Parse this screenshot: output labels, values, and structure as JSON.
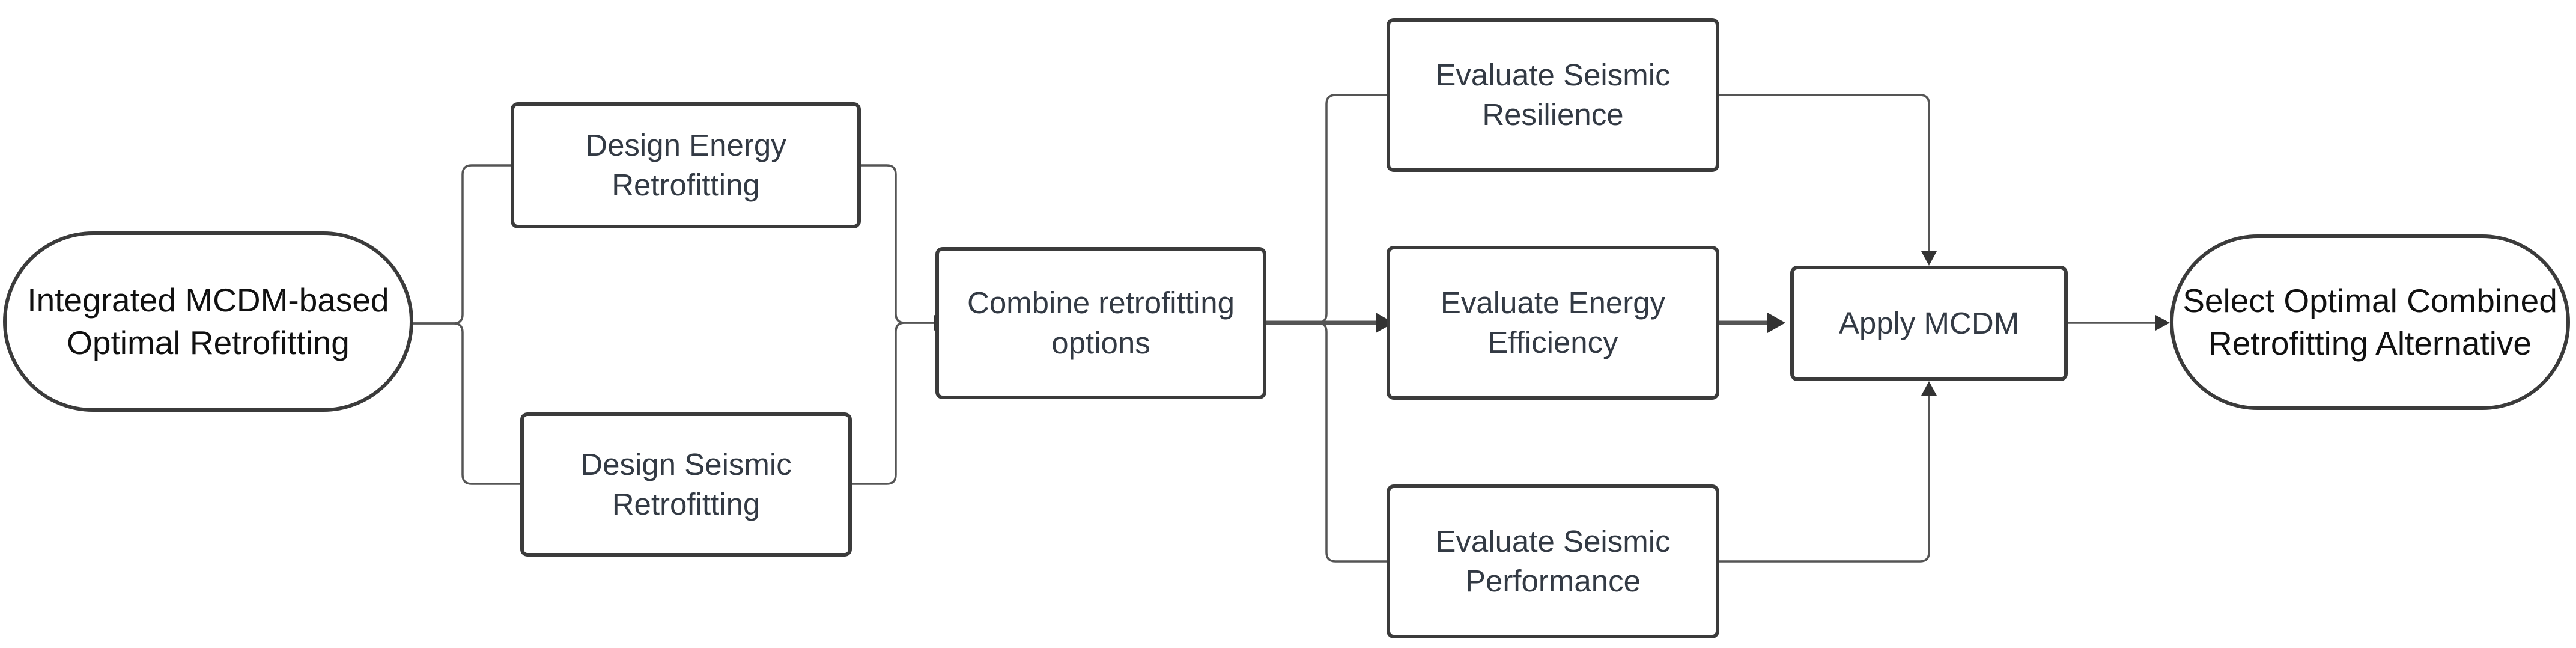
{
  "diagram": {
    "nodes": {
      "start": "Integrated MCDM-based\nOptimal Retrofitting",
      "energy_design": "Design Energy\nRetrofitting",
      "seismic_design": "Design Seismic\nRetrofitting",
      "combine": "Combine retrofitting\noptions",
      "eval_resilience": "Evaluate Seismic\nResilience",
      "eval_energy": "Evaluate Energy\nEfficiency",
      "eval_performance": "Evaluate Seismic\nPerformance",
      "apply_mcdm": "Apply MCDM",
      "end": "Select Optimal Combined\nRetrofitting Alternative"
    },
    "colors": {
      "border": "#3b3b3b",
      "text": "#333a44",
      "terminal_text": "#111111",
      "connector": "#555555",
      "arrowhead": "#333333"
    }
  }
}
